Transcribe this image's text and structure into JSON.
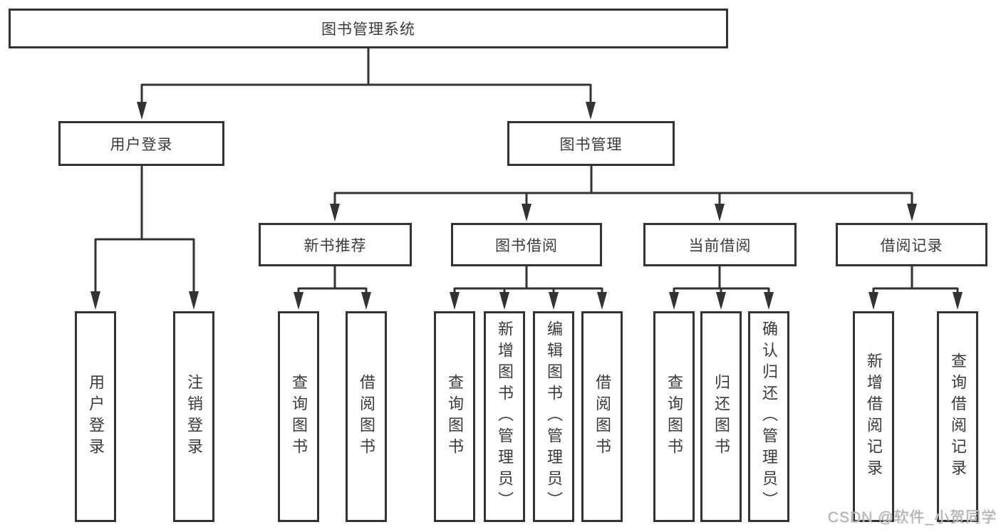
{
  "diagram": {
    "type": "hierarchy-tree",
    "nodes": {
      "root": {
        "label": "图书管理系统"
      },
      "l2": [
        {
          "label": "用户登录",
          "parent": "图书管理系统"
        },
        {
          "label": "图书管理",
          "parent": "图书管理系统"
        }
      ],
      "l3": [
        {
          "label": "新书推荐",
          "parent": "图书管理"
        },
        {
          "label": "图书借阅",
          "parent": "图书管理"
        },
        {
          "label": "当前借阅",
          "parent": "图书管理"
        },
        {
          "label": "借阅记录",
          "parent": "图书管理"
        }
      ],
      "leaves": [
        {
          "label": "用户登录",
          "parent": "用户登录"
        },
        {
          "label": "注销登录",
          "parent": "用户登录"
        },
        {
          "label": "查询图书",
          "parent": "新书推荐"
        },
        {
          "label": "借阅图书",
          "parent": "新书推荐"
        },
        {
          "label": "查询图书",
          "parent": "图书借阅"
        },
        {
          "label": "新增图书（管理员）",
          "parent": "图书借阅"
        },
        {
          "label": "编辑图书（管理员）",
          "parent": "图书借阅"
        },
        {
          "label": "借阅图书",
          "parent": "图书借阅"
        },
        {
          "label": "查询图书",
          "parent": "当前借阅"
        },
        {
          "label": "归还图书",
          "parent": "当前借阅"
        },
        {
          "label": "确认归还（管理员）",
          "parent": "当前借阅"
        },
        {
          "label": "新增借阅记录",
          "parent": "借阅记录"
        },
        {
          "label": "查询借阅记录",
          "parent": "借阅记录"
        }
      ]
    },
    "colors": {
      "line": "#333333",
      "box_border": "#333333",
      "box_fill": "#ffffff",
      "text": "#3a3a3a",
      "background": "#ffffff"
    }
  },
  "watermark": {
    "text": "CSDN @软件_小贺同学",
    "color": "#aaaaaa"
  }
}
